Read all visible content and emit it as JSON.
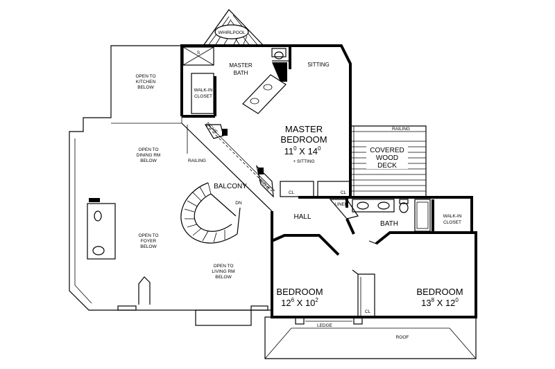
{
  "rooms": {
    "whirlpool": "WHIRLPOOL",
    "shower_mark": "S",
    "master_bath_1": "MASTER",
    "master_bath_2": "BATH",
    "sitting": "SITTING",
    "walkin_1": "WALK-IN",
    "walkin_2": "CLOSET",
    "kitchen_1": "OPEN TO",
    "kitchen_2": "KITCHEN",
    "kitchen_3": "BELOW",
    "dining_1": "OPEN TO",
    "dining_2": "DINING RM",
    "dining_3": "BELOW",
    "foyer_1": "OPEN TO",
    "foyer_2": "FOYER",
    "foyer_3": "BELOW",
    "living_1": "OPEN TO",
    "living_2": "LIVING RM",
    "living_3": "BELOW",
    "master_bed_1": "MASTER",
    "master_bed_2": "BEDROOM",
    "master_bed_w": "11",
    "master_bed_w_in": "0",
    "master_bed_x": "X",
    "master_bed_d": "14",
    "master_bed_d_in": "0",
    "master_bed_note": "+ SITTING",
    "railing_deck": "RAILING",
    "deck_1": "COVERED",
    "deck_2": "WOOD",
    "deck_3": "DECK",
    "railing_balcony": "RAILING",
    "niche_1": "NICHE",
    "niche_2": "NICHE",
    "balcony": "BALCONY",
    "stair_dn": "DN",
    "cl_1": "CL",
    "cl_2": "CL",
    "cl_3": "CL",
    "linen": "LINEN",
    "hall": "HALL",
    "bath": "BATH",
    "walkin2_1": "WALK-IN",
    "walkin2_2": "CLOSET",
    "bedroom_a": "BEDROOM",
    "bedroom_a_w": "12",
    "bedroom_a_w_in": "6",
    "bedroom_a_x": "X",
    "bedroom_a_d": "10",
    "bedroom_a_d_in": "2",
    "bedroom_b": "BEDROOM",
    "bedroom_b_w": "13",
    "bedroom_b_w_in": "8",
    "bedroom_b_x": "X",
    "bedroom_b_d": "12",
    "bedroom_b_d_in": "0",
    "ledge": "LEDGE",
    "roof": "ROOF"
  }
}
